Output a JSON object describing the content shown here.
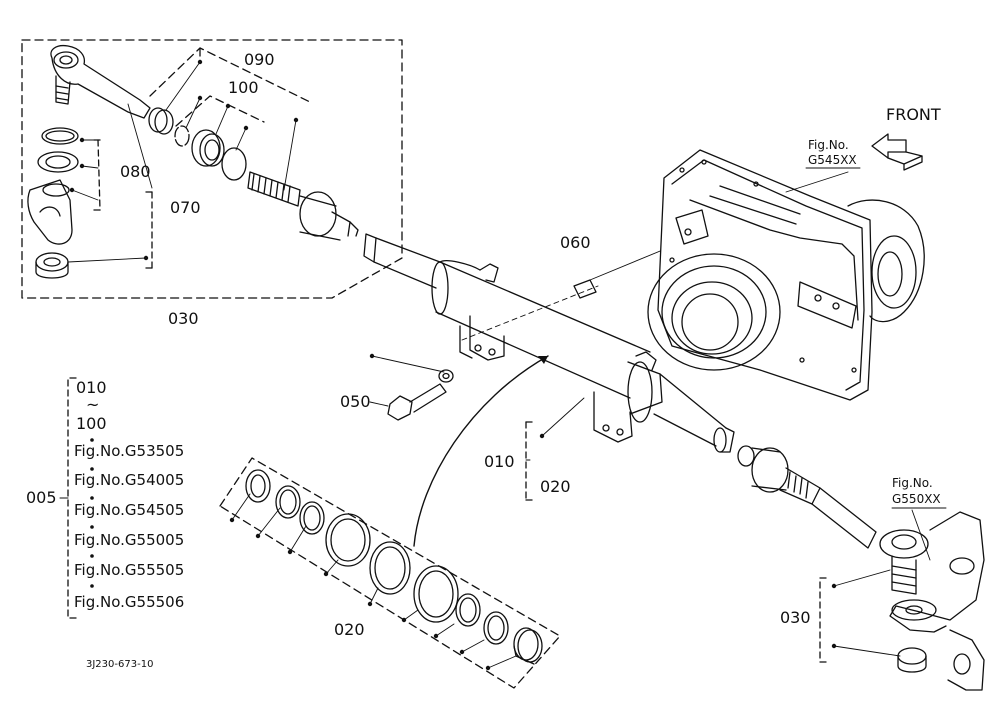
{
  "parts": {
    "p090": "090",
    "p100": "100",
    "p080": "080",
    "p070": "070",
    "p030_top": "030",
    "p060": "060",
    "p050": "050",
    "p010": "010",
    "p020_right": "020",
    "p020_bottom": "020",
    "p030_right": "030",
    "p005": "005"
  },
  "direction_label": "FRONT",
  "fig_refs": {
    "housing_label": "Fig.No.",
    "housing_code": "G545XX",
    "knuckle_label": "Fig.No.",
    "knuckle_code": "G550XX"
  },
  "kit_list": {
    "from": "010",
    "tilde": "~",
    "to": "100",
    "refs": [
      "Fig.No.G53505",
      "Fig.No.G54005",
      "Fig.No.G54505",
      "Fig.No.G55005",
      "Fig.No.G55505",
      "Fig.No.G55506"
    ]
  },
  "drawing_code": "3J230-673-10"
}
